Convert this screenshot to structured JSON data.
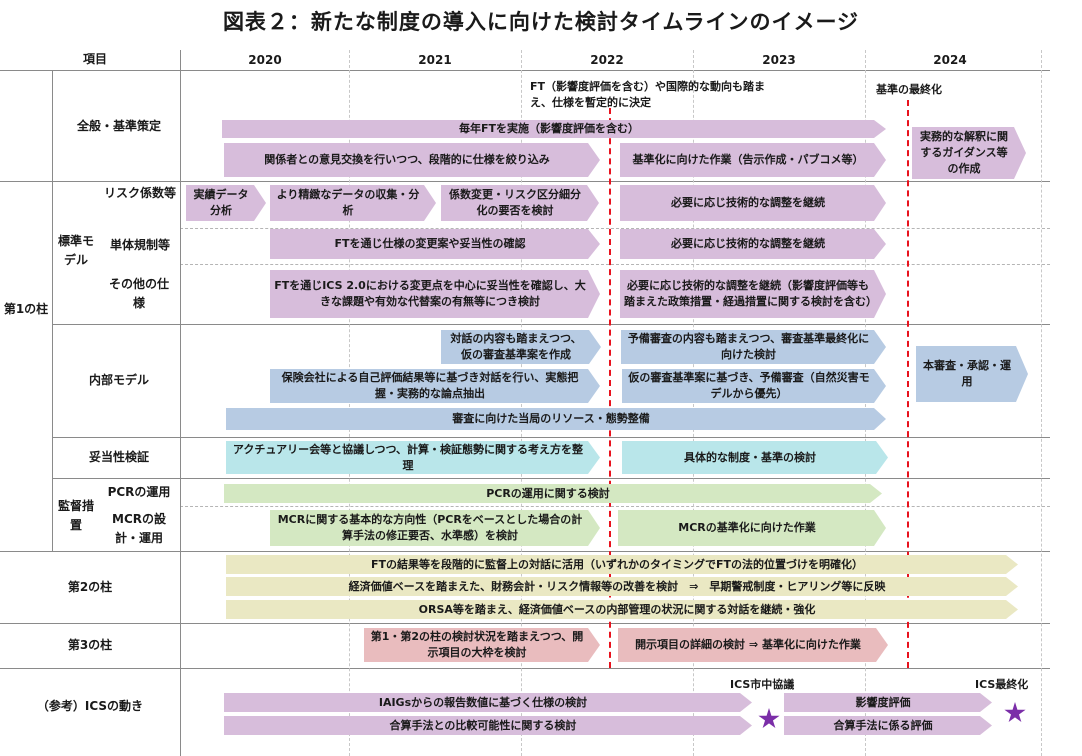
{
  "title": "図表２：新たな制度の導入に向けた検討タイムラインのイメージ",
  "header": {
    "item": "項目",
    "years": [
      "2020",
      "2021",
      "2022",
      "2023",
      "2024"
    ]
  },
  "rows": {
    "pillar1": "第1の柱",
    "general": "全般・基準策定",
    "standard_model": "標準モデル",
    "risk_factor": "リスク係数等",
    "single_rule": "単体規制等",
    "other": "その他の仕様",
    "internal_model": "内部モデル",
    "validation": "妥当性検証",
    "supervision": "監督措置",
    "pcr": "PCRの運用",
    "mcr": "MCRの設計・運用",
    "pillar2": "第2の柱",
    "pillar3": "第3の柱",
    "ics": "（参考）ICSの動き"
  },
  "notes": {
    "ft_note": "FT（影響度評価を含む）や国際的な動向も踏まえ、仕様を暫定的に決定",
    "final_standard": "基準の最終化",
    "ics_consult": "ICS市中協議",
    "ics_final": "ICS最終化"
  },
  "bars": {
    "annual_ft": "毎年FTを実施（影響度評価を含む）",
    "exchange": "関係者との意見交換を行いつつ、段階的に仕様を絞り込み",
    "standardize": "基準化に向けた作業（告示作成・パブコメ等）",
    "guidance": "実務的な解釈に関するガイダンス等の作成",
    "actual_data": "実績データ分析",
    "detailed_data": "より精緻なデータの収集・分析",
    "coef_change": "係数変更・リスク区分細分化の要否を検討",
    "tech_adjust_1": "必要に応じ技術的な調整を継続",
    "ft_change": "FTを通じ仕様の変更案や妥当性の確認",
    "tech_adjust_2": "必要に応じ技術的な調整を継続",
    "ics2_check": "FTを通じICS 2.0における変更点を中心に妥当性を確認し、大きな課題や有効な代替案の有無等につき検討",
    "tech_adjust_3": "必要に応じ技術的な調整を継続（影響度評価等も踏まえた政策措置・経過措置に関する検討を含む）",
    "dialogue_tentative": "対話の内容も踏まえつつ、仮の審査基準案を作成",
    "preliminary_review": "予備審査の内容も踏まえつつ、審査基準最終化に向けた検討",
    "self_assessment": "保険会社による自己評価結果等に基づき対話を行い、実態把握・実務的な論点抽出",
    "tentative_review": "仮の審査基準案に基づき、予備審査（自然災害モデルから優先）",
    "main_review": "本審査・承認・運用",
    "resources": "審査に向けた当局のリソース・態勢整備",
    "actuary": "アクチュアリー会等と協議しつつ、計算・検証態勢に関する考え方を整理",
    "concrete": "具体的な制度・基準の検討",
    "pcr_ops": "PCRの運用に関する検討",
    "mcr_basic": "MCRに関する基本的な方向性（PCRをベースとした場合の計算手法の修正要否、水準感）を検討",
    "mcr_standard": "MCRの基準化に向けた作業",
    "p2_ft": "FTの結果等を段階的に監督上の対話に活用（いずれかのタイミングでFTの法的位置づけを明確化）",
    "p2_econ": "経済価値ベースを踏まえた、財務会計・リスク情報等の改善を検討　⇒　早期警戒制度・ヒアリング等に反映",
    "p2_orsa": "ORSA等を踏まえ、経済価値ベースの内部管理の状況に関する対話を継続・強化",
    "p3_review": "第1・第2の柱の検討状況を踏まえつつ、開示項目の大枠を検討",
    "p3_detail": "開示項目の詳細の検討 ⇒ 基準化に向けた作業",
    "iaigs": "IAIGsからの報告数値に基づく仕様の検討",
    "impact": "影響度評価",
    "comparability": "合算手法との比較可能性に関する検討",
    "aggregation": "合算手法に係る評価"
  },
  "colors": {
    "purple": "#d7bddb",
    "blue": "#b7cbe3",
    "cyan": "#b9e6ea",
    "green": "#d4e8c2",
    "yellow": "#eae8c3",
    "pink": "#e9bcbe",
    "milestone": "#e8121d",
    "star": "#7b2ea8"
  }
}
